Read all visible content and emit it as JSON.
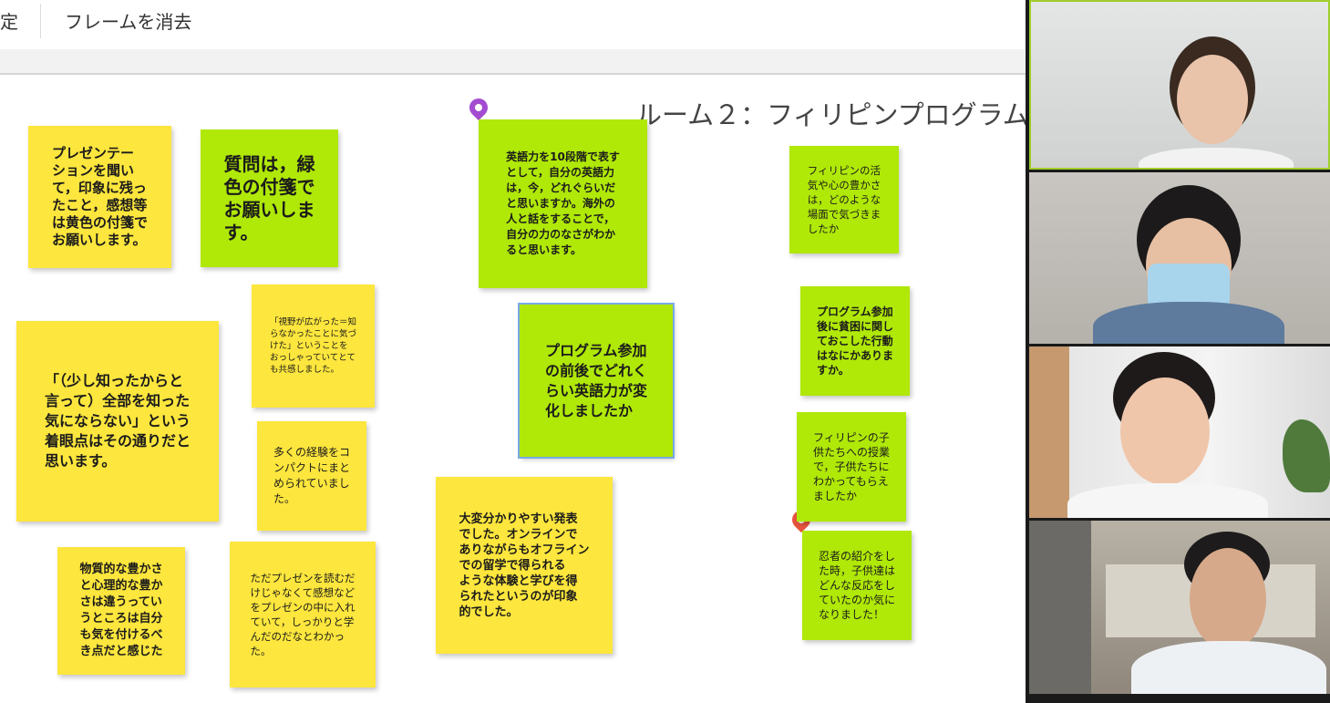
{
  "toolbar": {
    "left_cut_label": "定",
    "clear_frame_label": "フレームを消去"
  },
  "canvas": {
    "frame_title": "ルーム２：フィリピンプログラム",
    "notes": [
      {
        "color": "yellow",
        "text": "プレゼンテー\nションを聞い\nて，印象に残っ\nたこと，感想等\nは黄色の付箋で\nお願いします。"
      },
      {
        "color": "green",
        "text": "質問は，緑\n色の付箋で\nお願いしま\nす。"
      },
      {
        "color": "green",
        "text": "英語力を10段階で表す\nとして，自分の英語力\nは，今，どれぐらいだ\nと思いますか。海外の\n人と話をすることで，\n自分の力のなさがわか\nると思います。"
      },
      {
        "color": "green",
        "text": "フィリピンの活\n気や心の豊かさ\nは，どのような\n場面で気づきま\nしたか"
      },
      {
        "color": "yellow",
        "text": "「視野が広がった＝知\nらなかったことに気づ\nけた」ということを\nおっしゃっていてとて\nも共感しました。"
      },
      {
        "color": "yellow",
        "text": "「（少し知ったからと\n言って）全部を知った\n気にならない」という\n着眼点はその通りだと\n思います。"
      },
      {
        "color": "green",
        "text": "プログラム参加\nの前後でどれく\nらい英語力が変\n化しましたか"
      },
      {
        "color": "green",
        "text": "プログラム参加\n後に貧困に関し\nておこした行動\nはなにかありま\nすか。"
      },
      {
        "color": "yellow",
        "text": "多くの経験をコ\nンパクトにまと\nめられていまし\nた。"
      },
      {
        "color": "green",
        "text": "フィリピンの子\n供たちへの授業\nで，子供たちに\nわかってもらえ\nましたか"
      },
      {
        "color": "yellow",
        "text": "大変分かりやすい発表\nでした。オンラインで\nありながらもオフライン\nでの留学で得られる\nような体験と学びを得\nられたというのが印象\n的でした。"
      },
      {
        "color": "yellow",
        "text": "物質的な豊かさ\nと心理的な豊か\nさは違うってい\nうところは自分\nも気を付けるべ\nき点だと感じた"
      },
      {
        "color": "yellow",
        "text": "ただプレゼンを読むだ\nけじゃなくて感想など\nをプレゼンの中に入れ\nていて，しっかりと学\nんだのだなとわかっ\nた。"
      },
      {
        "color": "green",
        "text": "忍者の紹介をし\nた時，子供達は\nどんな反応をし\nていたのか気に\nなりました！"
      }
    ]
  },
  "video_panel": {
    "participants": [
      {
        "role": "participant",
        "active_speaker": true
      },
      {
        "role": "participant",
        "active_speaker": false
      },
      {
        "role": "participant",
        "active_speaker": false
      },
      {
        "role": "participant",
        "active_speaker": false
      }
    ]
  },
  "colors": {
    "sticky_yellow": "#fde63d",
    "sticky_green": "#b0e808",
    "selection_blue": "#7aa9e6",
    "active_speaker_border": "#9fce2a"
  }
}
